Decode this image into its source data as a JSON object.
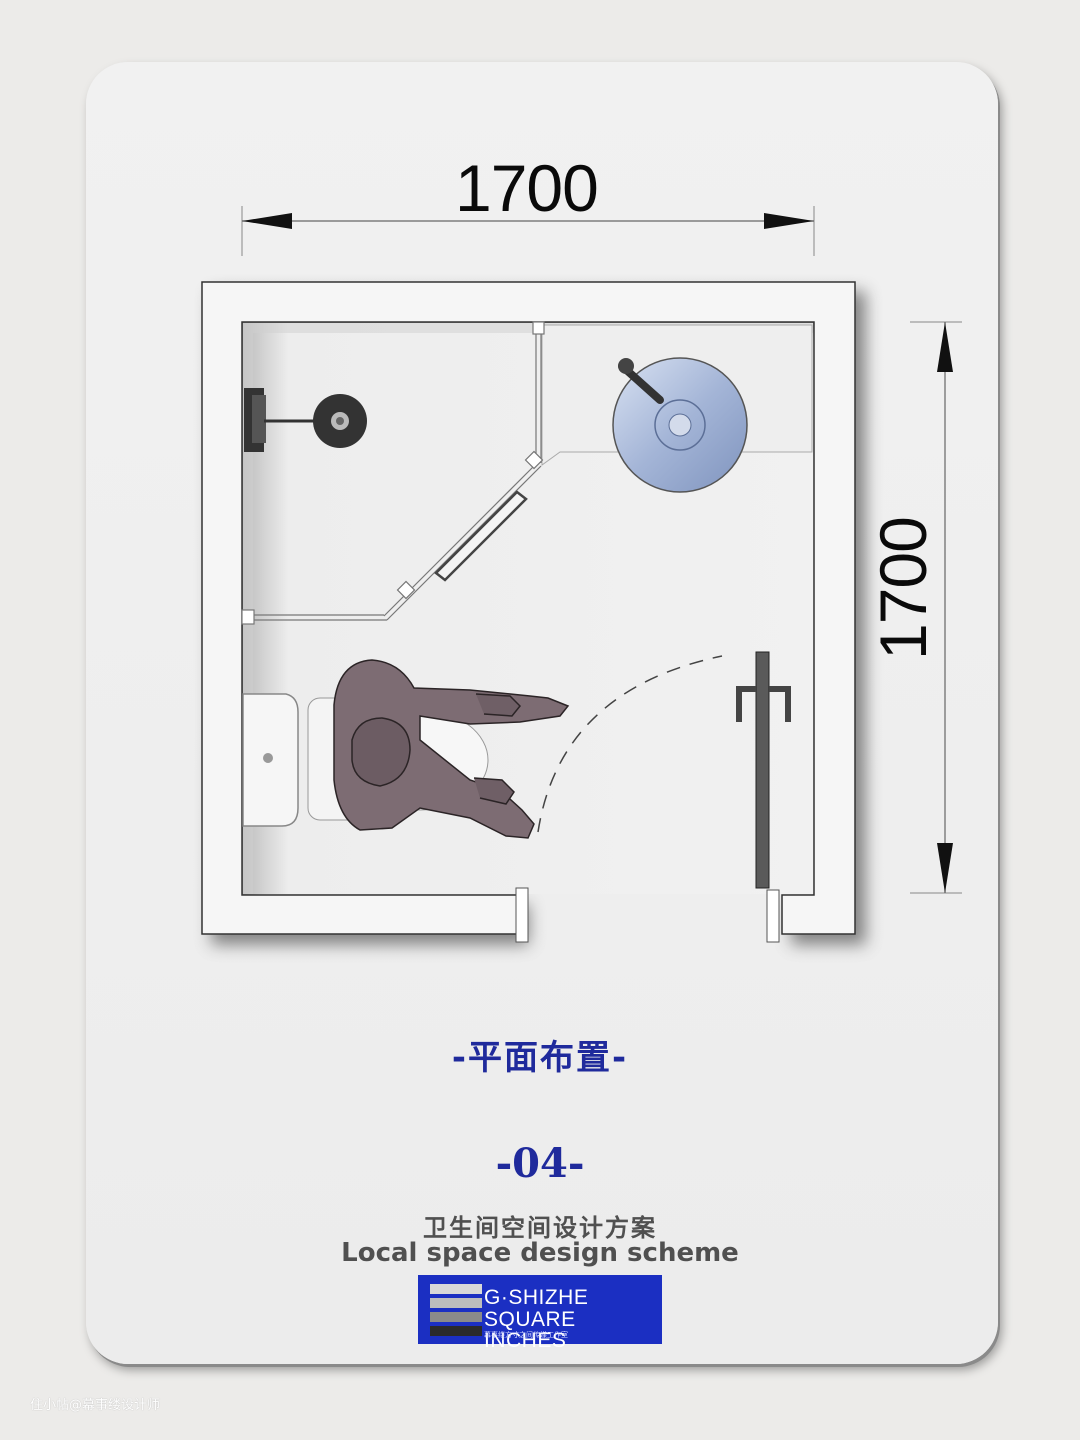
{
  "dimensions": {
    "width_label": "1700",
    "height_label": "1700"
  },
  "caption": {
    "layout_label": "-平面布置-",
    "number": "-04-",
    "title_cn": "卫生间空间设计方案",
    "title_en": "Local space design scheme"
  },
  "logo": {
    "line1": "G·SHIZHE",
    "line2": "SQUARE INCHES",
    "line3": "幕事缕方寸之间传媒工作室"
  },
  "watermark": "住小帖@幕事缕设计师",
  "colors": {
    "accent": "#1f2a9c",
    "logo_bg": "#1b2fc2",
    "figure": "#7d6c73",
    "basin": "#a9b9d8"
  },
  "icons": [
    "shower-head-icon",
    "wash-basin-icon",
    "toilet-icon",
    "person-icon",
    "door-icon"
  ]
}
